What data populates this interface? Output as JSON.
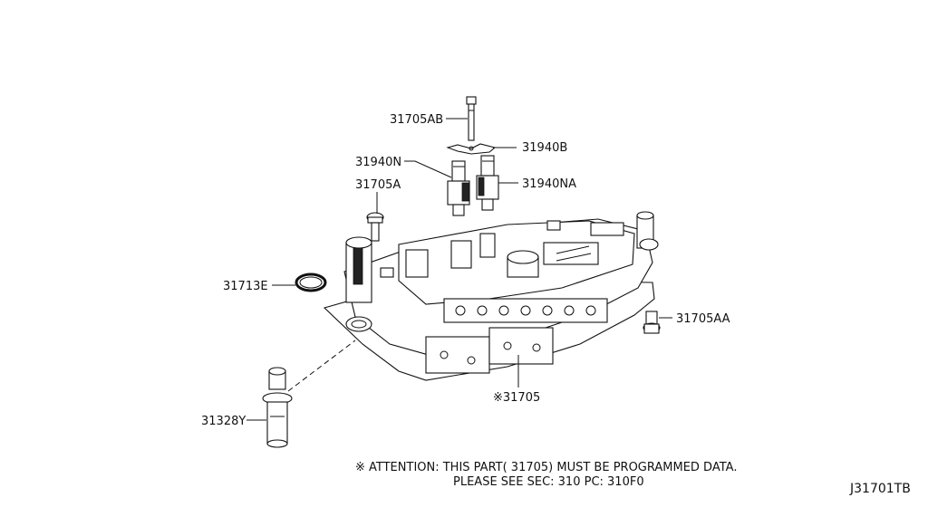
{
  "labels": {
    "p31705AB": "31705AB",
    "p31940B": "31940B",
    "p31940N": "31940N",
    "p31940NA": "31940NA",
    "p31705A": "31705A",
    "p31713E": "31713E",
    "p31705AA": "31705AA",
    "p31705": "※31705",
    "p31328Y": "31328Y"
  },
  "note": {
    "line1": "※ ATTENTION: THIS PART( 31705) MUST BE PROGRAMMED DATA.",
    "line2": "PLEASE SEE SEC: 310  PC: 310F0"
  },
  "diagram_code": "J31701TB"
}
